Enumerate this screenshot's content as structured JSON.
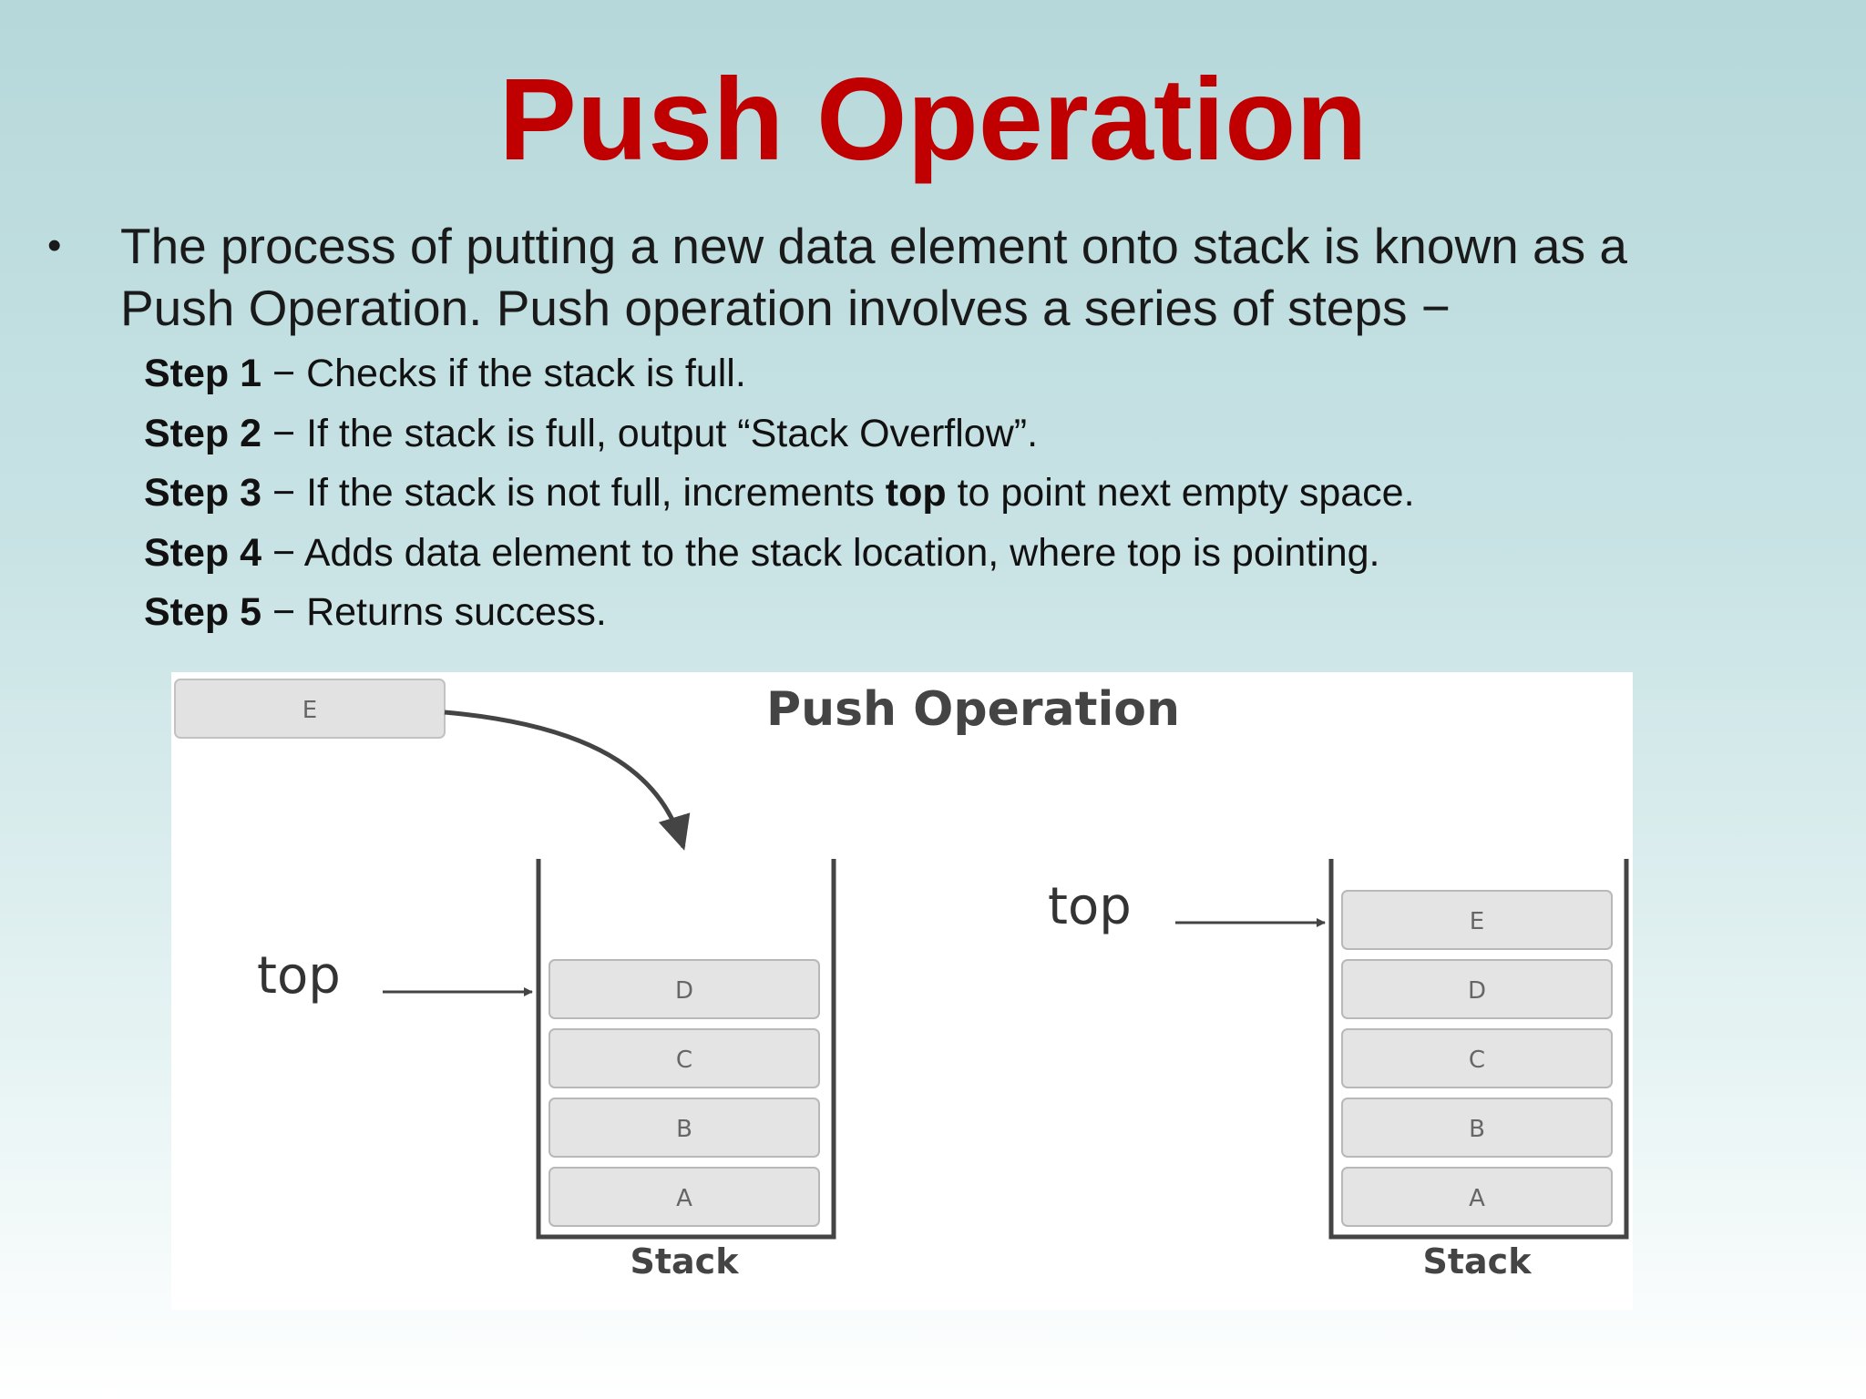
{
  "slide": {
    "title": "Push Operation",
    "bullet": {
      "line1": "The process of putting a new data element onto stack is known as a",
      "line2": "Push Operation. Push operation involves a series of steps −"
    },
    "steps": [
      {
        "label": "Step 1",
        "sep": " − ",
        "text": "Checks if the stack is full."
      },
      {
        "label": "Step 2",
        "sep": " − ",
        "text": "If the stack is full, output “Stack Overflow”."
      },
      {
        "label": "Step 3",
        "sep": " − ",
        "text_before": "If the stack is not full, increments ",
        "bold_word": "top",
        "text_after": " to point next empty space."
      },
      {
        "label": "Step 4",
        "sep": " − ",
        "text": "Adds data element to the stack location, where top is pointing."
      },
      {
        "label": "Step 5",
        "sep": " − ",
        "text": "Returns success."
      }
    ]
  },
  "diagram": {
    "title": "Push Operation",
    "incoming_element": "E",
    "left_stack": {
      "items": [
        "D",
        "C",
        "B",
        "A"
      ],
      "pointer_label": "top",
      "caption": "Stack"
    },
    "right_stack": {
      "items": [
        "E",
        "D",
        "C",
        "B",
        "A"
      ],
      "pointer_label": "top",
      "caption": "Stack"
    },
    "colors": {
      "title": "#c00000",
      "cell_fill": "#e4e4e4",
      "cell_stroke": "#b8b8b8",
      "line": "#444444"
    }
  }
}
